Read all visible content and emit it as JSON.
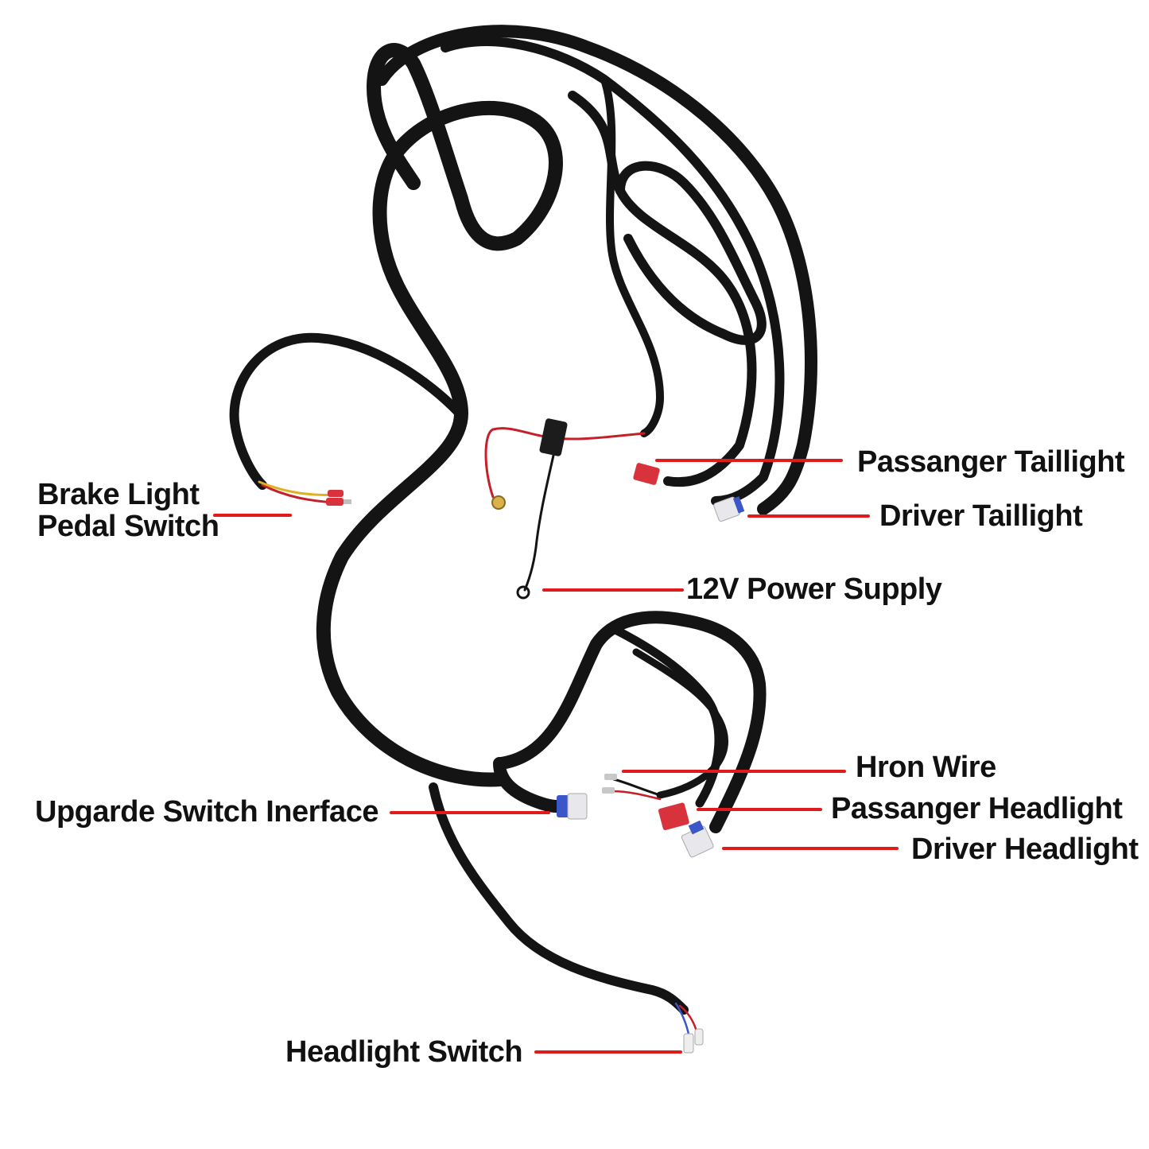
{
  "labels": {
    "passenger_taillight": "Passanger Taillight",
    "driver_taillight": "Driver Taillight",
    "power_supply": "12V Power Supply",
    "brake_line1": "Brake Light",
    "brake_line2": "Pedal Switch",
    "horn_wire": "Hron Wire",
    "passenger_headlight": "Passanger Headlight",
    "driver_headlight": "Driver Headlight",
    "upgrade_interface": "Upgarde Switch Inerface",
    "headlight_switch": "Headlight Switch"
  },
  "colors": {
    "background": "#ffffff",
    "cable": "#141414",
    "leader_line": "#e11b1b",
    "label_text": "#111111",
    "connector_red": "#d8323c",
    "connector_white": "#e8e8ec",
    "connector_blue": "#3a56c8",
    "wire_red": "#c4202a",
    "wire_yellow": "#e0b020",
    "fuse_holder": "#1c1c1c",
    "ring_terminal_brass": "#d9b24a"
  },
  "icons": {
    "fuse": "inline-fuse-holder-icon",
    "connector": "plug-connector-icon",
    "terminal": "ring-terminal-icon"
  }
}
